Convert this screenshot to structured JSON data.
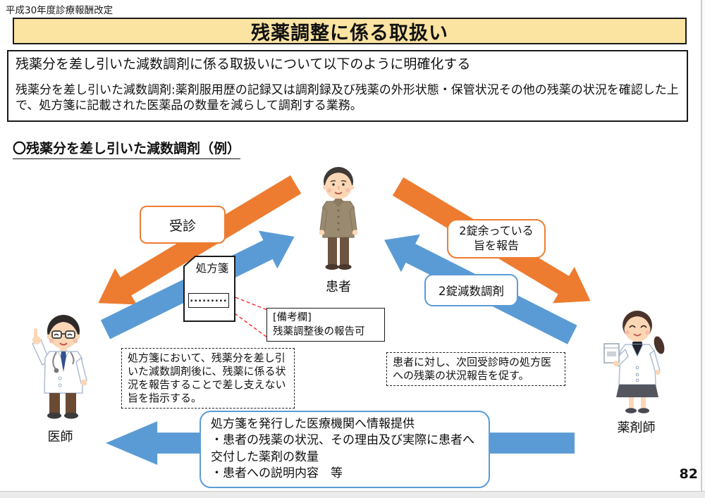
{
  "page": {
    "edition_note": "平成30年度診療報酬改定",
    "title": "残薬調整に係る取扱い",
    "page_number": "82"
  },
  "intro": {
    "line1": "残薬分を差し引いた減数調剤に係る取扱いについて以下のように明確化する",
    "line2": "残薬分を差し引いた減数調剤:薬剤服用歴の記録又は調剤録及び残薬の外形状態・保管状況その他の残薬の状況を確認した上で、処方箋に記載された医薬品の数量を減らして調剤する業務。"
  },
  "section": {
    "heading": "〇残薬分を差し引いた減数調剤（例）"
  },
  "diagram": {
    "actors": {
      "doctor": "医師",
      "patient": "患者",
      "pharmacist": "薬剤師"
    },
    "labels": {
      "visit": "受診",
      "prescription": "処方箋",
      "prescription_dots": ".........",
      "remarks_title": "[備考欄]",
      "remarks_body": "残薬調整後の報告可",
      "report_leftover": "2錠余っている旨を報告",
      "reduced_dispense": "2錠減数調剤"
    },
    "notes": {
      "doctor_note": "処方箋において、残薬分を差し引いた減数調剤後に、残薬に係る状況を報告することで差し支えない旨を指示する。",
      "pharmacist_note": "患者に対し、次回受診時の処方医への残薬の状況報告を促す。",
      "info_title": "処方箋を発行した医療機関へ情報提供",
      "info_item1": "・患者の残薬の状況、その理由及び実際に患者へ交付した薬剤の数量",
      "info_item2": "・患者への説明内容　等"
    },
    "colors": {
      "orange": "#ED7C31",
      "blue": "#5B9BD5",
      "title_bg": "#FBE3A2",
      "red_dash": "#FF2020"
    }
  }
}
